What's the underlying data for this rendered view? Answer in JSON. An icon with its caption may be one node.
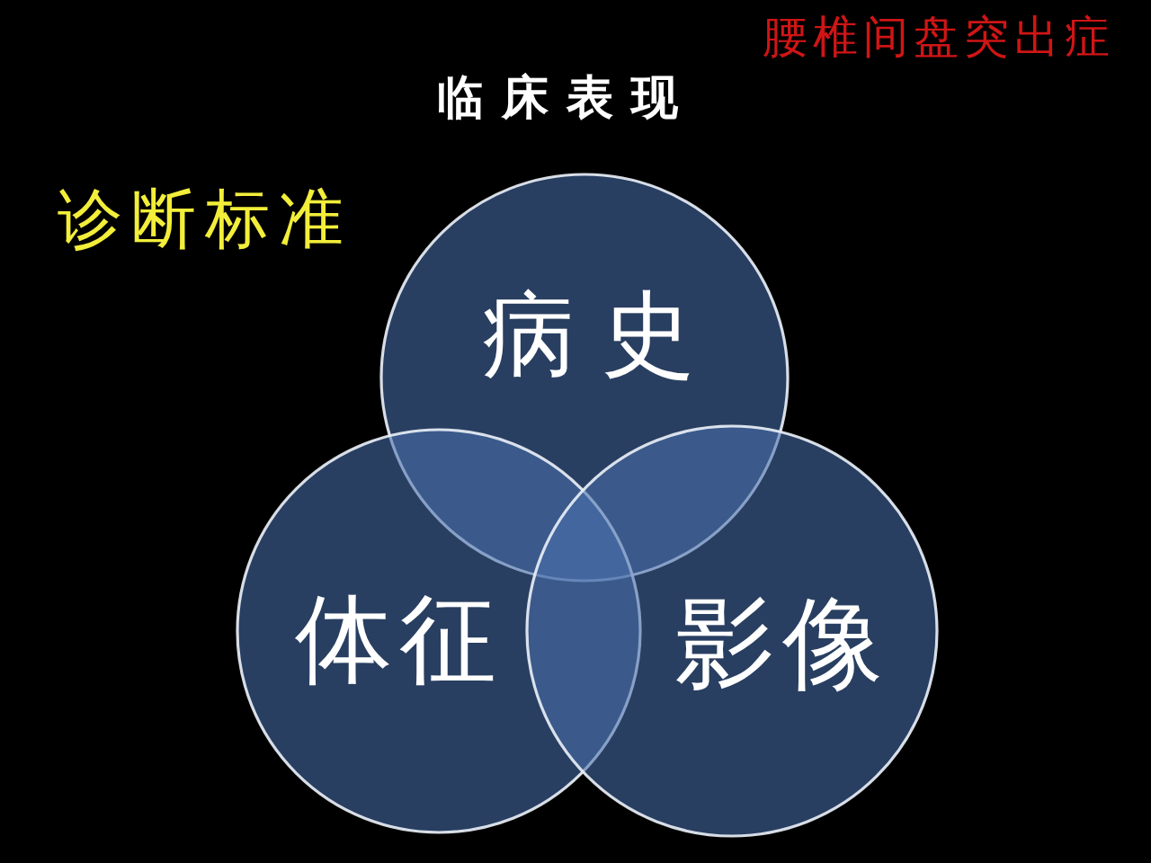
{
  "diagram": {
    "title": "临床表现",
    "nodes": [
      {
        "text": [
          "病史"
        ]
      },
      {
        "text": [
          "体征"
        ]
      },
      {
        "text": [
          "影像"
        ]
      }
    ],
    "labels": [
      "腰椎间盘突出症",
      "诊断标准"
    ]
  }
}
